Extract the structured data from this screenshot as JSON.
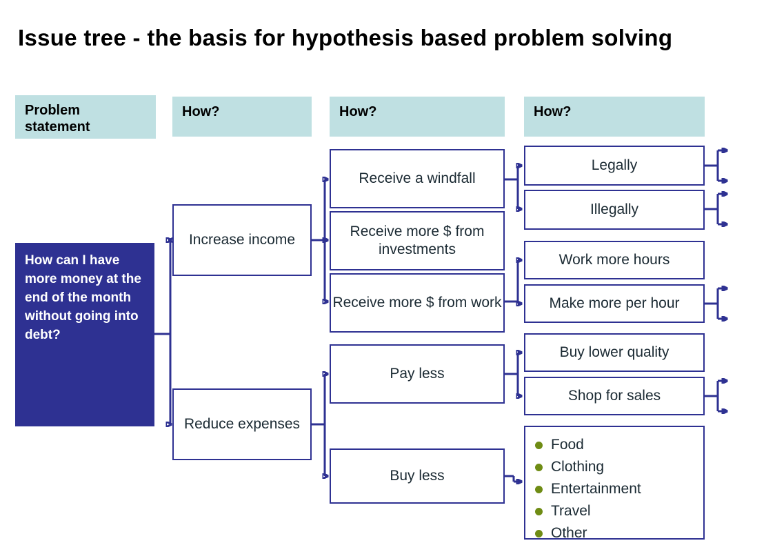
{
  "title": "Issue tree - the basis for hypothesis based problem solving",
  "colors": {
    "header_bg": "#bfe0e2",
    "node_border": "#2e3192",
    "problem_bg": "#2e3192",
    "problem_text": "#ffffff",
    "node_text": "#1b2a33",
    "bullet": "#6f8c14",
    "page_bg": "#ffffff"
  },
  "headers": [
    {
      "label": "Problem statement"
    },
    {
      "label": "How?"
    },
    {
      "label": "How?"
    },
    {
      "label": "How?"
    }
  ],
  "problem_statement": {
    "label": "How can I have more money at the end of the month without going into debt?"
  },
  "level2": [
    {
      "label": "Increase income"
    },
    {
      "label": "Reduce expenses"
    }
  ],
  "level3": [
    {
      "label": "Receive a windfall"
    },
    {
      "label": "Receive more $ from investments"
    },
    {
      "label": "Receive more $ from work"
    },
    {
      "label": "Pay less"
    },
    {
      "label": "Buy less"
    }
  ],
  "level4": [
    {
      "label": "Legally"
    },
    {
      "label": "Illegally"
    },
    {
      "label": "Work more hours"
    },
    {
      "label": "Make more per hour"
    },
    {
      "label": "Buy lower quality"
    },
    {
      "label": "Shop for sales"
    }
  ],
  "category_list": {
    "items": [
      {
        "label": "Food"
      },
      {
        "label": "Clothing"
      },
      {
        "label": "Entertainment"
      },
      {
        "label": "Travel"
      },
      {
        "label": "Other"
      }
    ]
  }
}
